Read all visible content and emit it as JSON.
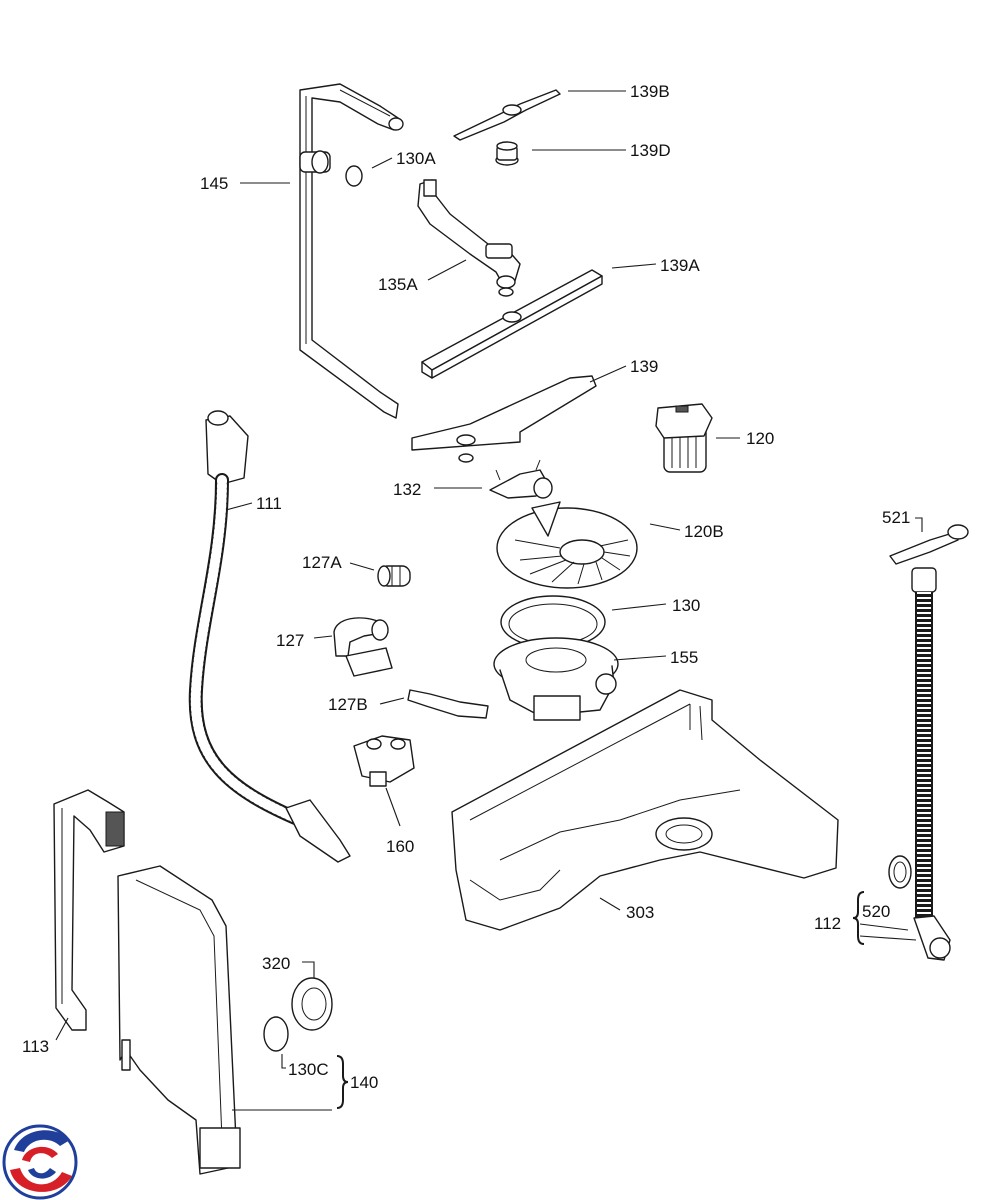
{
  "colors": {
    "line": "#1a1a1a",
    "logo_blue": "#1f3f9a",
    "logo_red": "#d61f26"
  },
  "labels": {
    "p139B": "139B",
    "p139D": "139D",
    "p130A": "130A",
    "p145": "145",
    "p135A": "135A",
    "p139A": "139A",
    "p139": "139",
    "p120": "120",
    "p132": "132",
    "p111": "111",
    "p120B": "120B",
    "p521": "521",
    "p127A": "127A",
    "p130": "130",
    "p127": "127",
    "p155": "155",
    "p127B": "127B",
    "p160": "160",
    "p303": "303",
    "p520": "520",
    "p112": "112",
    "p320": "320",
    "p113": "113",
    "p130C": "130C",
    "p140": "140"
  },
  "logo": {
    "icon": "brand-logo-icon"
  }
}
